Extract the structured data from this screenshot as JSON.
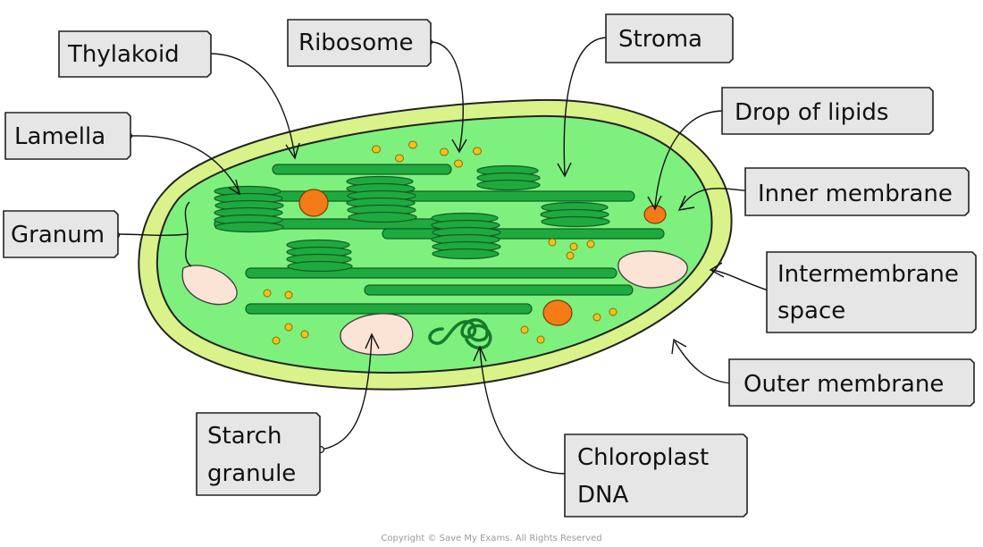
{
  "labels": {
    "thylakoid": "Thylakoid",
    "ribosome": "Ribosome",
    "stroma": "Stroma",
    "lamella": "Lamella",
    "drop_of_lipids": "Drop of lipids",
    "granum": "Granum",
    "inner_membrane": "Inner membrane",
    "intermembrane_space_line1": "Intermembrane",
    "intermembrane_space_line2": "space",
    "outer_membrane": "Outer membrane",
    "starch_granule_line1": "Starch",
    "starch_granule_line2": "granule",
    "chloroplast_dna_line1": "Chloroplast",
    "chloroplast_dna_line2": "DNA"
  },
  "copyright": "Copyright © Save My Exams. All Rights Reserved",
  "colors": {
    "outer_membrane": "#d9f28a",
    "stroma": "#7ef07e",
    "thylakoid": "#1faa3f",
    "lipid": "#f47b16",
    "starch": "#fbe3d6",
    "ribosome": "#f2c21b"
  }
}
